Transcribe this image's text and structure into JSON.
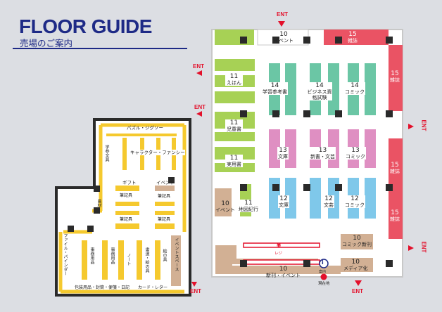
{
  "header": {
    "title": "FLOOR GUIDE",
    "subtitle": "売場のご案内"
  },
  "colors": {
    "navy": "#1e2a86",
    "yellow": "#f5c92e",
    "green": "#a7d155",
    "teal": "#6bc6a5",
    "pink": "#df8fc2",
    "blue": "#7fc8ea",
    "red": "#ea5364",
    "tan": "#d2b094",
    "wall": "#2a2a2a"
  },
  "entrance_label": "ENT",
  "left_floor": {
    "labels": {
      "puzzle": "パズル・ジグソー",
      "gakusyu": "学参文具",
      "character": "キャラクター・ファンシー",
      "gift": "ギフト",
      "event": "イベント",
      "hikki1": "筆記具",
      "hikki2": "筆記具",
      "hikki3": "筆記具",
      "hikki4": "筆記具",
      "hikki5": "筆記具",
      "hikki6": "筆記具",
      "shoseki": "画材",
      "file": "ファイル・バインダー",
      "jimu1": "事務用品",
      "jimu2": "事務用品",
      "note": "ノート",
      "note_jimu": "書道・絵の具",
      "shodo": "絵の具",
      "event_space": "イベントスペース",
      "housou": "包装用品・封筒・便箋・日記",
      "card": "カード・レター"
    }
  },
  "right_floor": {
    "sections": [
      {
        "num": "10",
        "name": "イベント"
      },
      {
        "num": "15",
        "name": "雑誌"
      },
      {
        "num": "15",
        "name": "雑誌"
      },
      {
        "num": "11",
        "name": "えほん"
      },
      {
        "num": "14",
        "name": "学習参考書"
      },
      {
        "num": "14",
        "name": "ビジネス資格試験"
      },
      {
        "num": "14",
        "name": "コミック"
      },
      {
        "num": "11",
        "name": "児童書"
      },
      {
        "num": "11",
        "name": "実用書"
      },
      {
        "num": "13",
        "name": "文庫"
      },
      {
        "num": "13",
        "name": "新書・文芸"
      },
      {
        "num": "13",
        "name": "コミック"
      },
      {
        "num": "15",
        "name": "雑誌"
      },
      {
        "num": "10",
        "name": "イベント"
      },
      {
        "num": "11",
        "name": "地図紀行"
      },
      {
        "num": "12",
        "name": "文庫"
      },
      {
        "num": "12",
        "name": "文芸"
      },
      {
        "num": "12",
        "name": "コミック"
      },
      {
        "num": "15",
        "name": "雑誌"
      },
      {
        "num": "10",
        "name": "コミック新刊"
      },
      {
        "num": "10",
        "name": "新刊・イベント"
      },
      {
        "num": "10",
        "name": "メディア化"
      }
    ],
    "register": {
      "symbol": "¥",
      "label": "レジ"
    },
    "info": {
      "symbol": "i",
      "label": "案内"
    },
    "you_are_here": "現在地"
  }
}
